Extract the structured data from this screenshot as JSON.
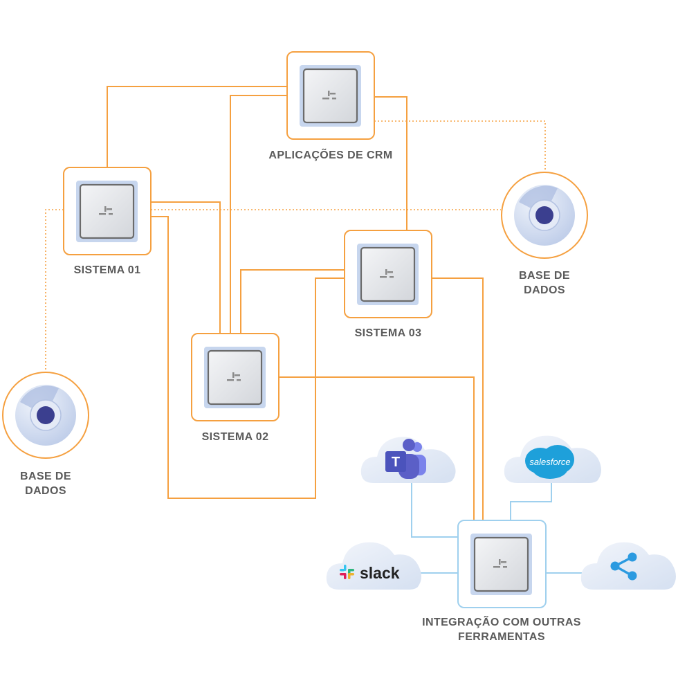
{
  "nodes": {
    "crm": {
      "label": "APLICAÇÕES DE CRM"
    },
    "sistema01": {
      "label": "SISTEMA 01"
    },
    "sistema02": {
      "label": "SISTEMA 02"
    },
    "sistema03": {
      "label": "SISTEMA 03"
    },
    "db_right": {
      "label_line1": "BASE DE",
      "label_line2": "DADOS"
    },
    "db_left": {
      "label_line1": "BASE DE",
      "label_line2": "DADOS"
    },
    "integration": {
      "label_line1": "INTEGRAÇÃO COM OUTRAS",
      "label_line2": "FERRAMENTAS"
    }
  },
  "tools": {
    "slack": {
      "label": "slack"
    },
    "salesforce": {
      "label": "salesforce"
    },
    "teams": {
      "label": "T"
    }
  },
  "colors": {
    "connector": "#f5a040",
    "integration_connector": "#9fd0ee",
    "box_border": "#f5a040",
    "integration_border": "#9fd0ee",
    "chip_outer": "#c7d6ee",
    "chip_inner": "#e4e6ea",
    "chip_border": "#6b6b6b",
    "db_dot": "#3b3f8f",
    "cloud": "#e3eaf6",
    "salesforce": "#1ea0da",
    "teams": "#5b5fc7",
    "share": "#2b9ae0"
  }
}
